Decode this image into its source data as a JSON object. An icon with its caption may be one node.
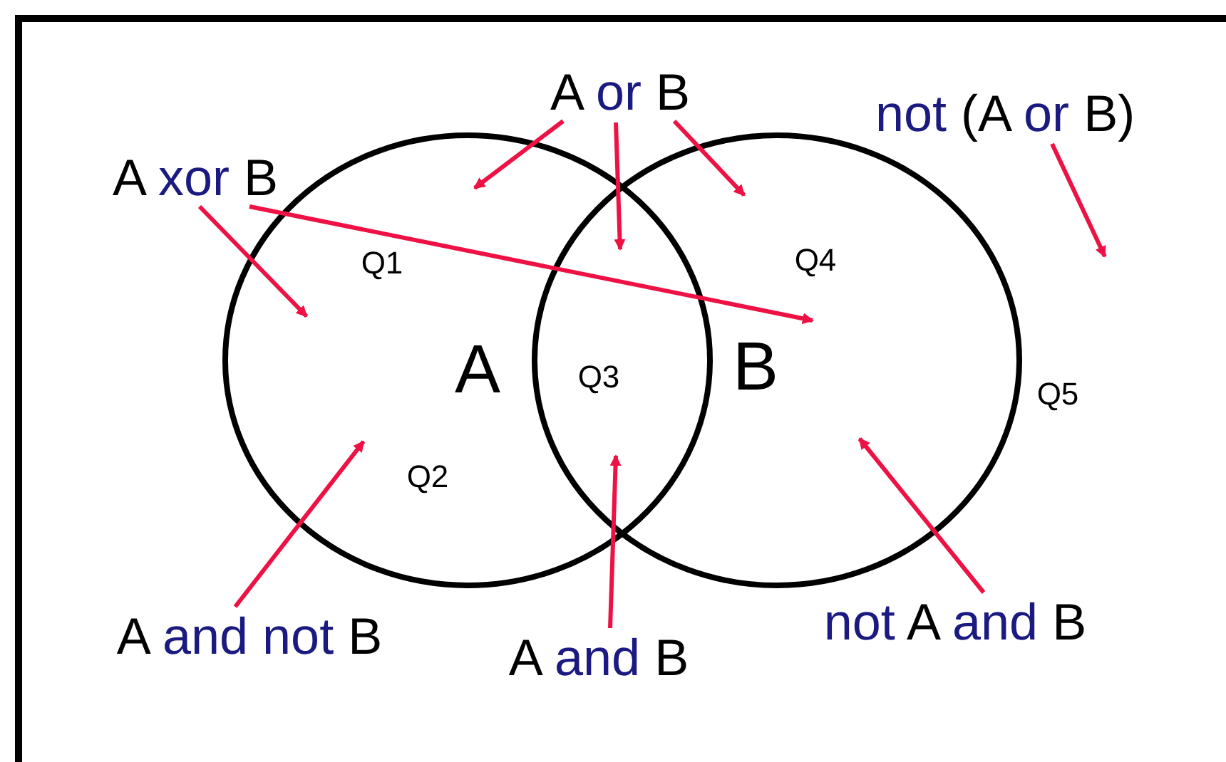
{
  "diagram": {
    "nodes": [
      {
        "text": [
          "A"
        ]
      },
      {
        "text": [
          "B"
        ]
      },
      {
        "text": [
          "A or B"
        ]
      },
      {
        "text": [
          "not (A or B)"
        ]
      },
      {
        "text": [
          "A xor B"
        ]
      },
      {
        "text": [
          "A and not B"
        ]
      },
      {
        "text": [
          "A and B"
        ]
      },
      {
        "text": [
          "not A and B"
        ]
      }
    ],
    "edges": [
      {
        "from": 2,
        "to": 0,
        "arrow": "to"
      },
      {
        "from": 2,
        "to": 0,
        "arrow": "to"
      },
      {
        "from": 2,
        "to": 1,
        "arrow": "to"
      },
      {
        "from": 3,
        "to": null,
        "arrow": "to"
      },
      {
        "from": 4,
        "to": 0,
        "arrow": "to"
      },
      {
        "from": 4,
        "to": 1,
        "arrow": "to"
      },
      {
        "from": 5,
        "to": 0,
        "arrow": "to"
      },
      {
        "from": 6,
        "to": 0,
        "arrow": "to"
      },
      {
        "from": 7,
        "to": 1,
        "arrow": "to"
      }
    ],
    "labels": [
      "Q1",
      "Q2",
      "Q3",
      "Q4",
      "Q5"
    ]
  }
}
